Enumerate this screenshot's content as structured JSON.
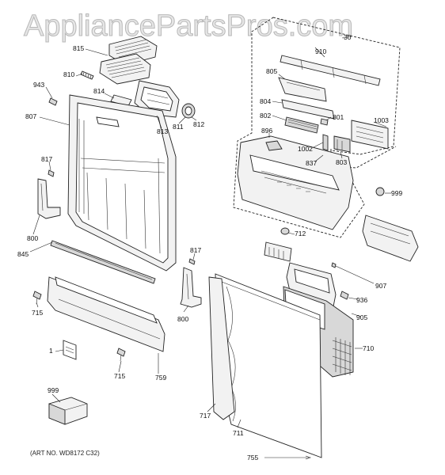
{
  "watermark": "AppliancePartsPros.com",
  "art_number": "(ART NO. WD8172 C32)",
  "labels": {
    "p1": "1",
    "p30": "30",
    "p712": "712",
    "p710": "710",
    "p711": "711",
    "p715a": "715",
    "p715b": "715",
    "p717": "717",
    "p755": "755",
    "p759": "759",
    "p800a": "800",
    "p800b": "800",
    "p801": "801",
    "p802": "802",
    "p803": "803",
    "p804": "804",
    "p805": "805",
    "p807": "807",
    "p810": "810",
    "p811": "811",
    "p812": "812",
    "p813": "813",
    "p814": "814",
    "p815": "815",
    "p817a": "817",
    "p817b": "817",
    "p837": "837",
    "p845": "845",
    "p896": "896",
    "p905": "905",
    "p907": "907",
    "p910": "910",
    "p936": "936",
    "p943": "943",
    "p999a": "999",
    "p999b": "999",
    "p1002": "1002",
    "p1003": "1003"
  }
}
